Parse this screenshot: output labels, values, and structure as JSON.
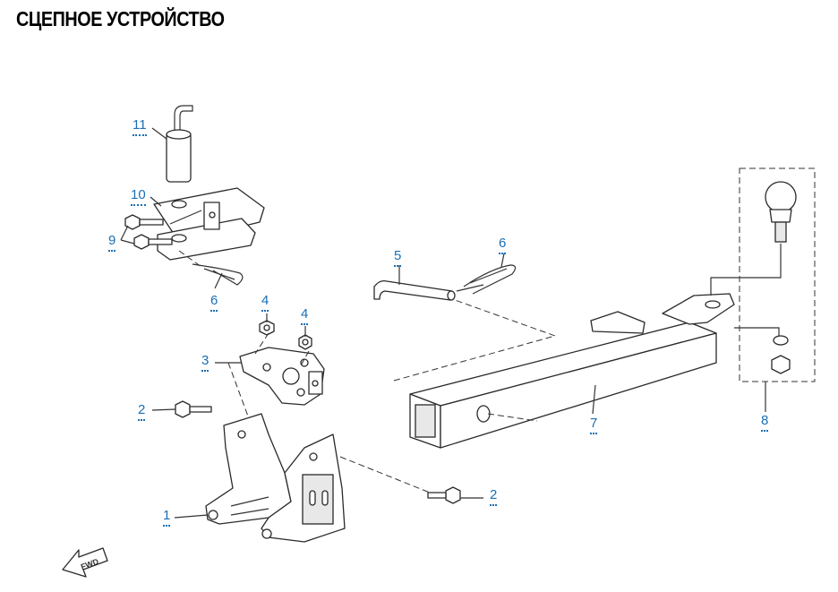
{
  "header": {
    "title": "СЦЕПНОЕ УСТРОЙСТВО"
  },
  "callouts": [
    {
      "id": "c11",
      "label": "11"
    },
    {
      "id": "c10",
      "label": "10"
    },
    {
      "id": "c9",
      "label": "9"
    },
    {
      "id": "c6a",
      "label": "6"
    },
    {
      "id": "c5",
      "label": "5"
    },
    {
      "id": "c6b",
      "label": "6"
    },
    {
      "id": "c4a",
      "label": "4"
    },
    {
      "id": "c4b",
      "label": "4"
    },
    {
      "id": "c3",
      "label": "3"
    },
    {
      "id": "c2a",
      "label": "2"
    },
    {
      "id": "c2b",
      "label": "2"
    },
    {
      "id": "c1",
      "label": "1"
    },
    {
      "id": "c7",
      "label": "7"
    },
    {
      "id": "c8",
      "label": "8"
    }
  ],
  "fwd_arrow": {
    "label": "FWD"
  },
  "colors": {
    "callout": "#1a6fb5",
    "line": "#2a2a2a"
  }
}
